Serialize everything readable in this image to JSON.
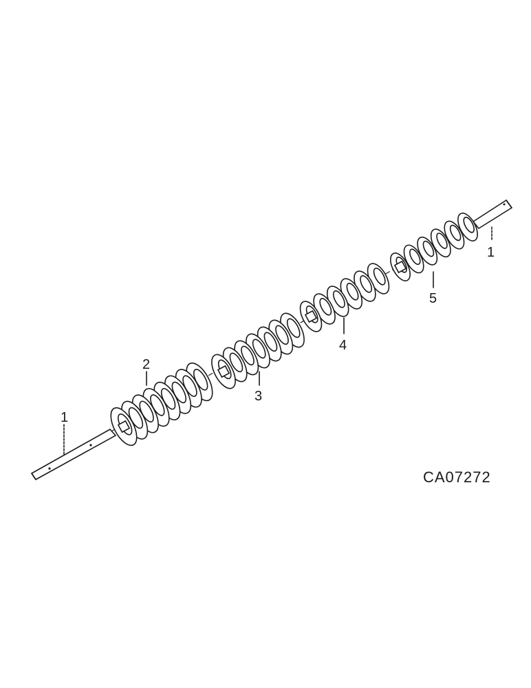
{
  "diagram": {
    "callouts": [
      {
        "id": "shaft-left",
        "text": "1"
      },
      {
        "id": "auger-section-2",
        "text": "2"
      },
      {
        "id": "auger-section-3",
        "text": "3"
      },
      {
        "id": "auger-section-4",
        "text": "4"
      },
      {
        "id": "auger-section-5",
        "text": "5"
      },
      {
        "id": "shaft-right",
        "text": "1"
      }
    ],
    "figure_code": "CA07272"
  }
}
